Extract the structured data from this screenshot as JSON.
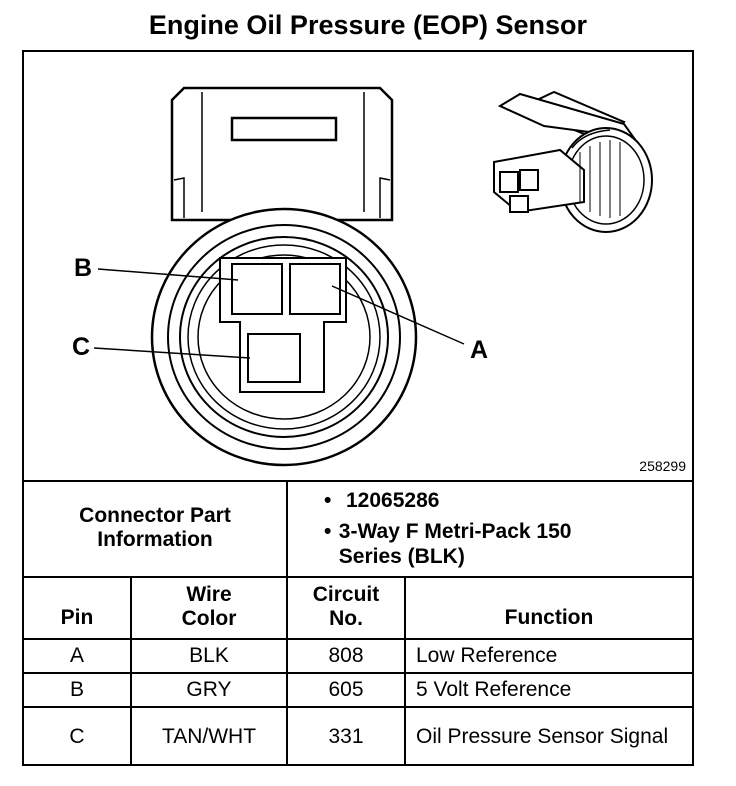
{
  "title": "Engine Oil Pressure (EOP) Sensor",
  "diagram": {
    "callouts": {
      "b": "B",
      "c": "C",
      "a": "A"
    },
    "figure_number": "258299"
  },
  "connector_info": {
    "label": "Connector Part Information",
    "items": [
      "12065286",
      "3-Way F Metri-Pack 150 Series (BLK)"
    ]
  },
  "table": {
    "headers": {
      "pin": "Pin",
      "wire_color": "Wire Color",
      "circuit_no": "Circuit No.",
      "function": "Function"
    },
    "rows": [
      {
        "pin": "A",
        "wire_color": "BLK",
        "circuit_no": "808",
        "function": "Low Reference"
      },
      {
        "pin": "B",
        "wire_color": "GRY",
        "circuit_no": "605",
        "function": "5 Volt Reference"
      },
      {
        "pin": "C",
        "wire_color": "TAN/WHT",
        "circuit_no": "331",
        "function": "Oil Pressure Sensor Signal"
      }
    ]
  }
}
